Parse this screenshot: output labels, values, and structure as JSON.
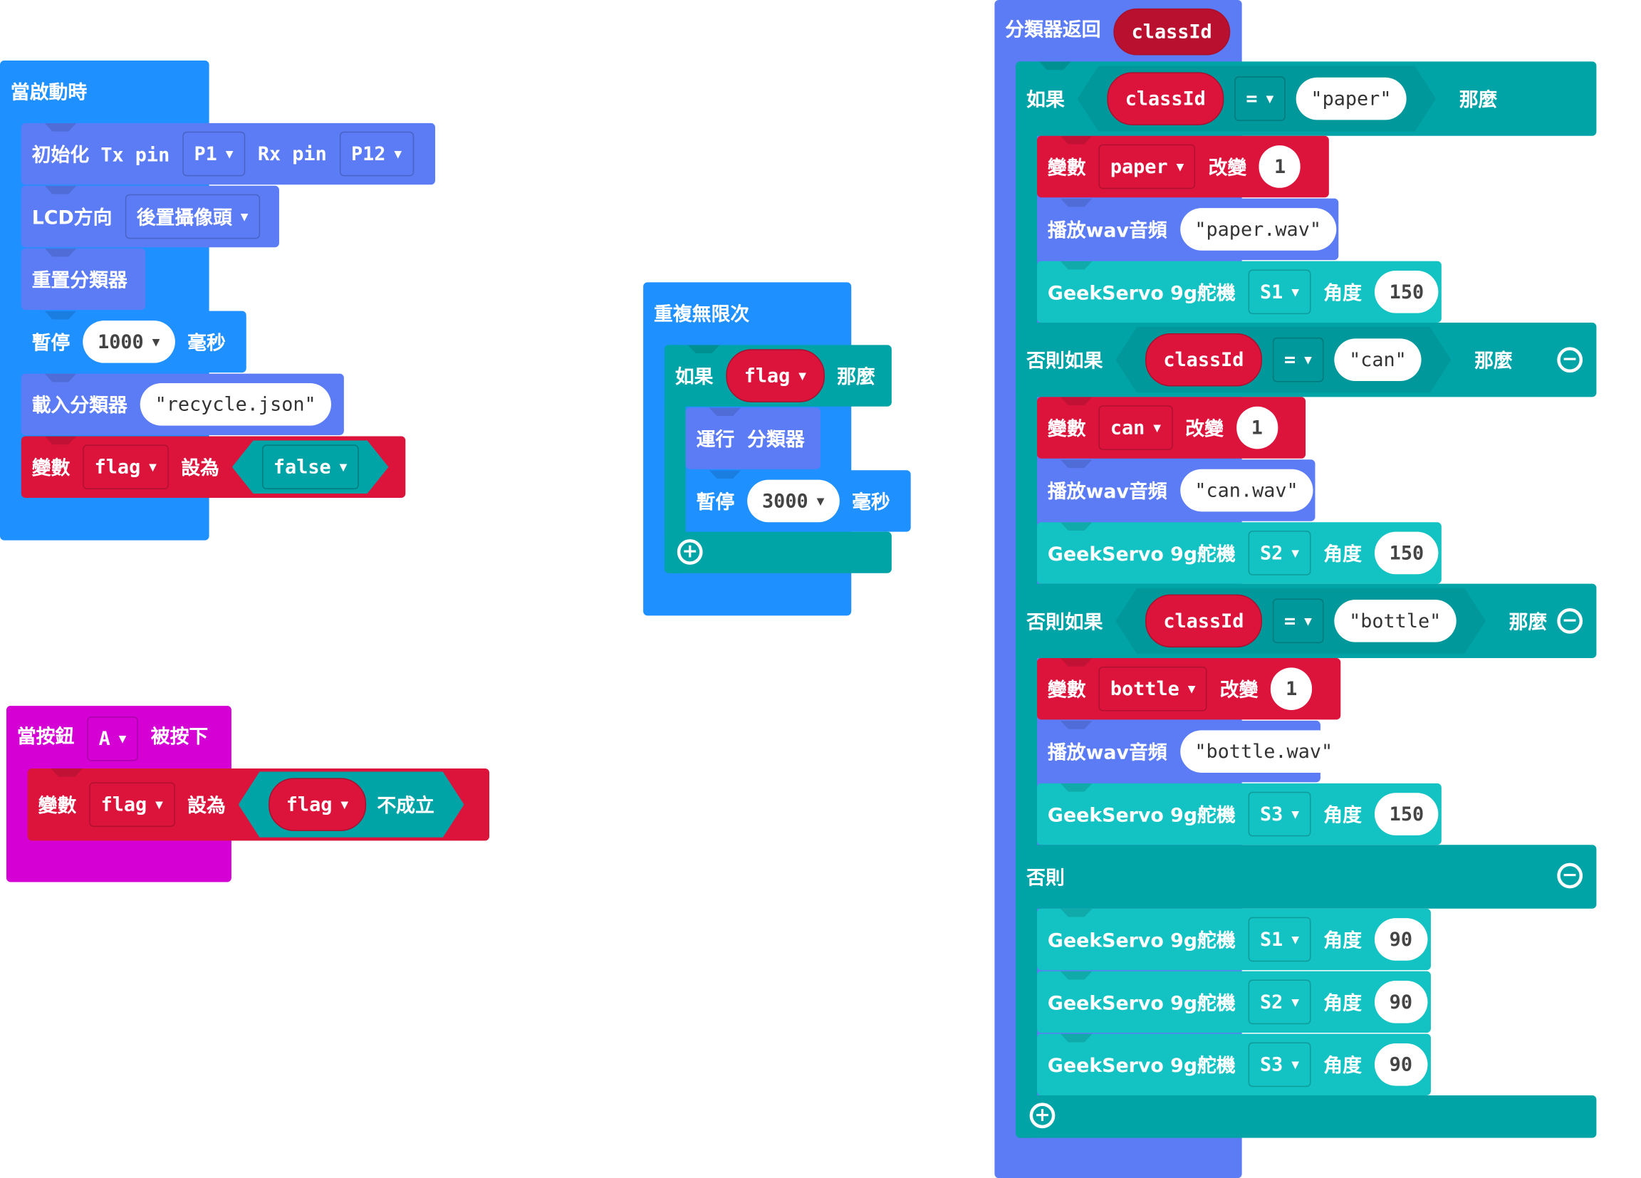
{
  "on_start": {
    "label": "當啟動時",
    "init": {
      "label": "初始化 Tx pin",
      "tx": "P1",
      "rx_label": "Rx pin",
      "rx": "P12"
    },
    "lcd": {
      "label": "LCD方向",
      "value": "後置攝像頭"
    },
    "reset": {
      "label": "重置分類器"
    },
    "pause": {
      "label": "暫停",
      "value": "1000",
      "unit": "毫秒"
    },
    "load": {
      "label": "載入分類器",
      "value": "\"recycle.json\""
    },
    "set_var": {
      "label": "變數",
      "var": "flag",
      "set_label": "設為",
      "value": "false"
    }
  },
  "forever": {
    "label": "重複無限次",
    "if_label": "如果",
    "cond": "flag",
    "then_label": "那麼",
    "run": {
      "label": "運行",
      "value": "分類器"
    },
    "pause": {
      "label": "暫停",
      "value": "3000",
      "unit": "毫秒"
    }
  },
  "on_button": {
    "label": "當按鈕",
    "button": "A",
    "suffix": "被按下",
    "set_var": {
      "label": "變數",
      "var": "flag",
      "set_label": "設為",
      "not_var": "flag",
      "not_label": "不成立"
    }
  },
  "classifier_event": {
    "label": "分類器返回",
    "param": "classId",
    "if_label": "如果",
    "elseif_label": "否則如果",
    "else_label": "否則",
    "then_label": "那麼",
    "op": "=",
    "branches": [
      {
        "match": "\"paper\"",
        "var": "paper",
        "change_label": "改變",
        "change": "1",
        "wav": "\"paper.wav\"",
        "servo": "S1",
        "angle": "150"
      },
      {
        "match": "\"can\"",
        "var": "can",
        "change_label": "改變",
        "change": "1",
        "wav": "\"can.wav\"",
        "servo": "S2",
        "angle": "150"
      },
      {
        "match": "\"bottle\"",
        "var": "bottle",
        "change_label": "改變",
        "change": "1",
        "wav": "\"bottle.wav\"",
        "servo": "S3",
        "angle": "150"
      }
    ],
    "var_label": "變數",
    "play_label": "播放wav音頻",
    "servo_label": "GeekServo 9g舵機",
    "angle_label": "角度",
    "else_servos": [
      {
        "servo": "S1",
        "angle": "90"
      },
      {
        "servo": "S2",
        "angle": "90"
      },
      {
        "servo": "S3",
        "angle": "90"
      }
    ]
  },
  "colors": {
    "event": "#1e90ff",
    "classifier": "#5c7cf5",
    "variable": "#dc143c",
    "logic": "#00a4a6",
    "servo": "#13c2c2",
    "button": "#d400d4"
  }
}
